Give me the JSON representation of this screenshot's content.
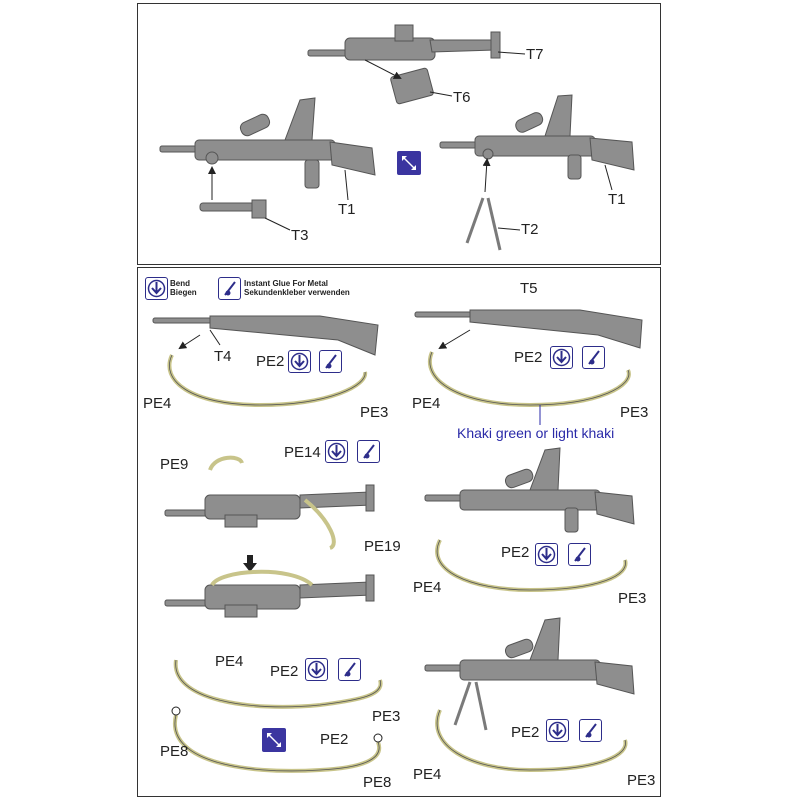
{
  "colors": {
    "panel_border": "#333333",
    "part_gray": "#8e8e8e",
    "sling_khaki": "#c8c48a",
    "icon_blue": "#2d2d8a",
    "note_blue": "#2a2aa8"
  },
  "legend": {
    "bend_label_en": "Bend",
    "bend_label_de": "Biegen",
    "glue_label_en": "Instant Glue For Metal",
    "glue_label_de": "Sekundenkleber verwenden"
  },
  "top_labels": {
    "t7": "T7",
    "t6": "T6",
    "t1_left": "T1",
    "t1_right": "T1",
    "t3": "T3",
    "t2": "T2"
  },
  "step1": {
    "t4": "T4",
    "pe2": "PE2",
    "pe4": "PE4",
    "pe3": "PE3"
  },
  "step2": {
    "t5": "T5",
    "pe2": "PE2",
    "pe4": "PE4",
    "pe3": "PE3",
    "note": "Khaki green or light khaki"
  },
  "step3": {
    "pe9": "PE9",
    "pe14": "PE14",
    "pe19": "PE19"
  },
  "step4": {
    "pe2": "PE2",
    "pe4": "PE4",
    "pe3": "PE3"
  },
  "step5": {
    "pe4": "PE4",
    "pe2": "PE2",
    "pe3": "PE3"
  },
  "step6": {
    "pe8_left": "PE8",
    "pe2": "PE2",
    "pe8_right": "PE8"
  },
  "step7": {
    "pe2": "PE2",
    "pe4": "PE4",
    "pe3": "PE3"
  },
  "icons": [
    "bend-icon",
    "glue-icon",
    "rotate-view-icon"
  ]
}
